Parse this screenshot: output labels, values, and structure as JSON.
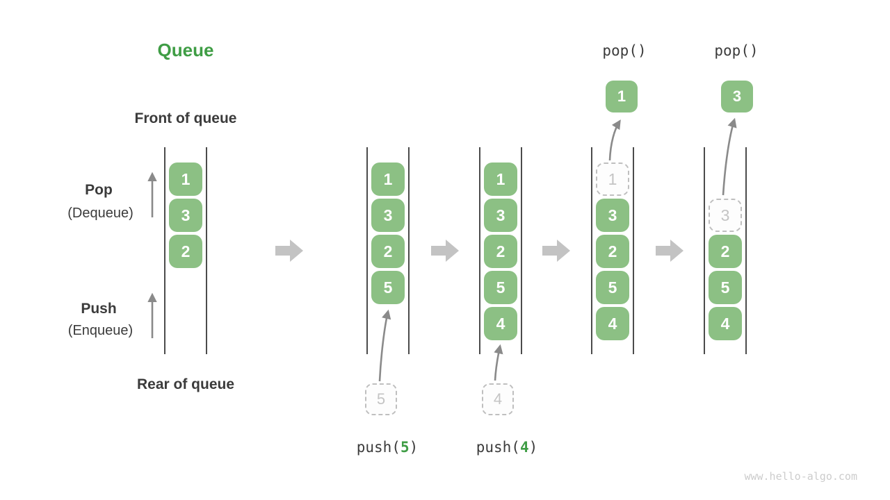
{
  "title": "Queue",
  "side_labels": {
    "front": "Front of queue",
    "rear": "Rear of queue",
    "pop": "Pop",
    "pop_sub": "(Dequeue)",
    "push": "Push",
    "push_sub": "(Enqueue)"
  },
  "colors": {
    "box_green": "#8cc084",
    "accent_green": "#3f9d45",
    "text_dark": "#3b3b3b",
    "arrow_gray": "#8a8a8a",
    "block_arrow_gray": "#c3c3c3",
    "dashed_gray": "#bfbfbf",
    "dashed_text": "#c4c4c4",
    "rail_dark": "#4b4b4b",
    "watermark_gray": "#cccccc"
  },
  "queues": [
    {
      "name": "state-initial",
      "cells": [
        {
          "value": "1",
          "slot": 0,
          "dashed": false
        },
        {
          "value": "3",
          "slot": 1,
          "dashed": false
        },
        {
          "value": "2",
          "slot": 2,
          "dashed": false
        }
      ]
    },
    {
      "name": "state-after-push-5",
      "cells": [
        {
          "value": "1",
          "slot": 0,
          "dashed": false
        },
        {
          "value": "3",
          "slot": 1,
          "dashed": false
        },
        {
          "value": "2",
          "slot": 2,
          "dashed": false
        },
        {
          "value": "5",
          "slot": 3,
          "dashed": false
        }
      ]
    },
    {
      "name": "state-after-push-4",
      "cells": [
        {
          "value": "1",
          "slot": 0,
          "dashed": false
        },
        {
          "value": "3",
          "slot": 1,
          "dashed": false
        },
        {
          "value": "2",
          "slot": 2,
          "dashed": false
        },
        {
          "value": "5",
          "slot": 3,
          "dashed": false
        },
        {
          "value": "4",
          "slot": 4,
          "dashed": false
        }
      ]
    },
    {
      "name": "state-after-pop-1",
      "cells": [
        {
          "value": "1",
          "slot": 0,
          "dashed": true
        },
        {
          "value": "3",
          "slot": 1,
          "dashed": false
        },
        {
          "value": "2",
          "slot": 2,
          "dashed": false
        },
        {
          "value": "5",
          "slot": 3,
          "dashed": false
        },
        {
          "value": "4",
          "slot": 4,
          "dashed": false
        }
      ]
    },
    {
      "name": "state-after-pop-3",
      "cells": [
        {
          "value": "3",
          "slot": 1,
          "dashed": true
        },
        {
          "value": "2",
          "slot": 2,
          "dashed": false
        },
        {
          "value": "5",
          "slot": 3,
          "dashed": false
        },
        {
          "value": "4",
          "slot": 4,
          "dashed": false
        }
      ]
    }
  ],
  "staging": [
    {
      "value": "5"
    },
    {
      "value": "4"
    }
  ],
  "popped": [
    {
      "value": "1"
    },
    {
      "value": "3"
    }
  ],
  "op_labels": {
    "push5": {
      "pre": "push(",
      "arg": "5",
      "post": ")"
    },
    "push4": {
      "pre": "push(",
      "arg": "4",
      "post": ")"
    },
    "pop1": "pop()",
    "pop2": "pop()"
  },
  "watermark": "www.hello-algo.com"
}
